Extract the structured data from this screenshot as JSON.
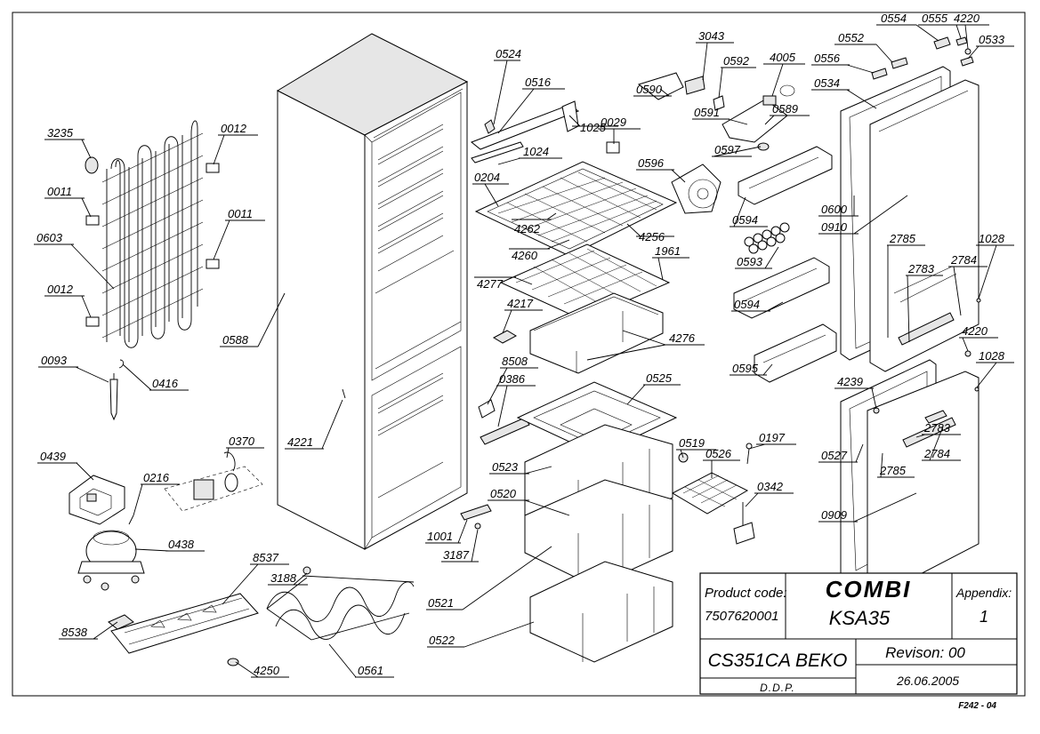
{
  "parts": [
    {
      "id": "p0524",
      "label": "0524"
    },
    {
      "id": "p0516",
      "label": "0516"
    },
    {
      "id": "p1025",
      "label": "1025"
    },
    {
      "id": "p1024",
      "label": "1024"
    },
    {
      "id": "p0029",
      "label": "0029"
    },
    {
      "id": "p0204",
      "label": "0204"
    },
    {
      "id": "p4262",
      "label": "4262"
    },
    {
      "id": "p4260",
      "label": "4260"
    },
    {
      "id": "p4256",
      "label": "4256"
    },
    {
      "id": "p4277",
      "label": "4277"
    },
    {
      "id": "p1961",
      "label": "1961"
    },
    {
      "id": "p4217",
      "label": "4217"
    },
    {
      "id": "p4276",
      "label": "4276"
    },
    {
      "id": "p8508",
      "label": "8508"
    },
    {
      "id": "p0386",
      "label": "0386"
    },
    {
      "id": "p0525",
      "label": "0525"
    },
    {
      "id": "p0523",
      "label": "0523"
    },
    {
      "id": "p0520",
      "label": "0520"
    },
    {
      "id": "p1001",
      "label": "1001"
    },
    {
      "id": "p3187",
      "label": "3187"
    },
    {
      "id": "p0521",
      "label": "0521"
    },
    {
      "id": "p0522",
      "label": "0522"
    },
    {
      "id": "p3043",
      "label": "3043"
    },
    {
      "id": "p0592",
      "label": "0592"
    },
    {
      "id": "p4005",
      "label": "4005"
    },
    {
      "id": "p0590",
      "label": "0590"
    },
    {
      "id": "p0591",
      "label": "0591"
    },
    {
      "id": "p0589",
      "label": "0589"
    },
    {
      "id": "p0597",
      "label": "0597"
    },
    {
      "id": "p0596",
      "label": "0596"
    },
    {
      "id": "p0594a",
      "label": "0594"
    },
    {
      "id": "p0593",
      "label": "0593"
    },
    {
      "id": "p0594b",
      "label": "0594"
    },
    {
      "id": "p0595",
      "label": "0595"
    },
    {
      "id": "p0519",
      "label": "0519"
    },
    {
      "id": "p0197",
      "label": "0197"
    },
    {
      "id": "p0526",
      "label": "0526"
    },
    {
      "id": "p0342",
      "label": "0342"
    },
    {
      "id": "p0552",
      "label": "0552"
    },
    {
      "id": "p0554",
      "label": "0554"
    },
    {
      "id": "p0555",
      "label": "0555"
    },
    {
      "id": "p4220a",
      "label": "4220"
    },
    {
      "id": "p0533",
      "label": "0533"
    },
    {
      "id": "p0556",
      "label": "0556"
    },
    {
      "id": "p0534",
      "label": "0534"
    },
    {
      "id": "p0600",
      "label": "0600"
    },
    {
      "id": "p0910",
      "label": "0910"
    },
    {
      "id": "p2785a",
      "label": "2785"
    },
    {
      "id": "p1028a",
      "label": "1028"
    },
    {
      "id": "p2783a",
      "label": "2783"
    },
    {
      "id": "p2784a",
      "label": "2784"
    },
    {
      "id": "p4220b",
      "label": "4220"
    },
    {
      "id": "p1028b",
      "label": "1028"
    },
    {
      "id": "p4239",
      "label": "4239"
    },
    {
      "id": "p2783b",
      "label": "2783"
    },
    {
      "id": "p0527",
      "label": "0527"
    },
    {
      "id": "p2784b",
      "label": "2784"
    },
    {
      "id": "p2785b",
      "label": "2785"
    },
    {
      "id": "p0909",
      "label": "0909"
    },
    {
      "id": "p3235",
      "label": "3235"
    },
    {
      "id": "p0012a",
      "label": "0012"
    },
    {
      "id": "p0011a",
      "label": "0011"
    },
    {
      "id": "p0011b",
      "label": "0011"
    },
    {
      "id": "p0603",
      "label": "0603"
    },
    {
      "id": "p0012b",
      "label": "0012"
    },
    {
      "id": "p0093",
      "label": "0093"
    },
    {
      "id": "p0416",
      "label": "0416"
    },
    {
      "id": "p0588",
      "label": "0588"
    },
    {
      "id": "p4221",
      "label": "4221"
    },
    {
      "id": "p0439",
      "label": "0439"
    },
    {
      "id": "p0216",
      "label": "0216"
    },
    {
      "id": "p0370",
      "label": "0370"
    },
    {
      "id": "p0438",
      "label": "0438"
    },
    {
      "id": "p8537",
      "label": "8537"
    },
    {
      "id": "p3188",
      "label": "3188"
    },
    {
      "id": "p8538",
      "label": "8538"
    },
    {
      "id": "p4250",
      "label": "4250"
    },
    {
      "id": "p0561",
      "label": "0561"
    }
  ],
  "title_block": {
    "product_code_label": "Product code:",
    "product_code": "7507620001",
    "model_line1": "COMBI",
    "model_line2": "KSA35",
    "appendix_label": "Appendix:",
    "appendix_value": "1",
    "model_name": "CS351CA BEKO",
    "revision": "Revison: 00",
    "department": "D.D.P.",
    "date": "26.06.2005"
  },
  "form_number": "F242 - 04"
}
